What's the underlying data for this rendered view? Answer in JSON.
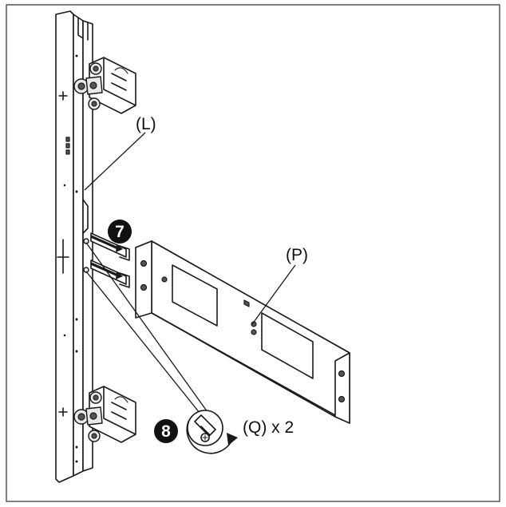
{
  "labels": {
    "part_l": "(L)",
    "part_p": "(P)",
    "screw_qty": "(Q) x 2"
  },
  "steps": {
    "step_7": "7",
    "step_8": "8"
  },
  "icons": {
    "rotate": "clockwise-arrow-icon",
    "screw": "screw-icon"
  },
  "colors": {
    "line": "#1a1a1a",
    "badge": "#111111",
    "frame": "#555555"
  }
}
